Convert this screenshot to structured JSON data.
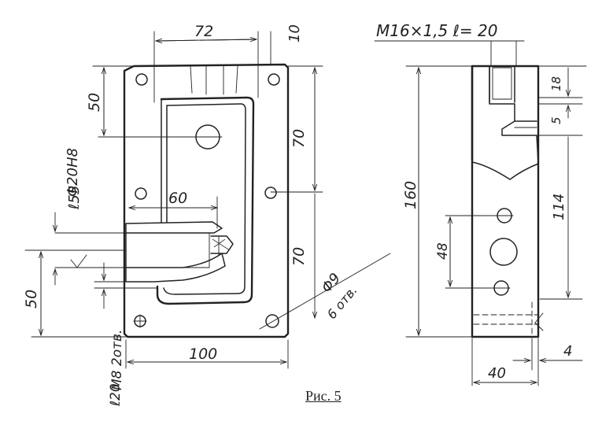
{
  "caption": "Рис. 5",
  "front_view": {
    "dims": {
      "top_width": "72",
      "top_offset": "10",
      "left_top": "50",
      "right_mid": "70",
      "right_low": "70",
      "inner_len": "60",
      "left_low": "50",
      "bottom_width": "100"
    },
    "notes": {
      "bore": "Φ20H8",
      "bore_depth": "ℓ55",
      "tap": "M8 2отв.",
      "tap_depth": "ℓ20",
      "holes_d": "Φ9",
      "holes_n": "6 отв."
    }
  },
  "side_view": {
    "thread_note": "M16×1,5 ℓ= 20",
    "dims": {
      "height": "160",
      "d18": "18",
      "d5": "5",
      "d114": "114",
      "d48": "48",
      "d4": "4",
      "width": "40"
    }
  }
}
